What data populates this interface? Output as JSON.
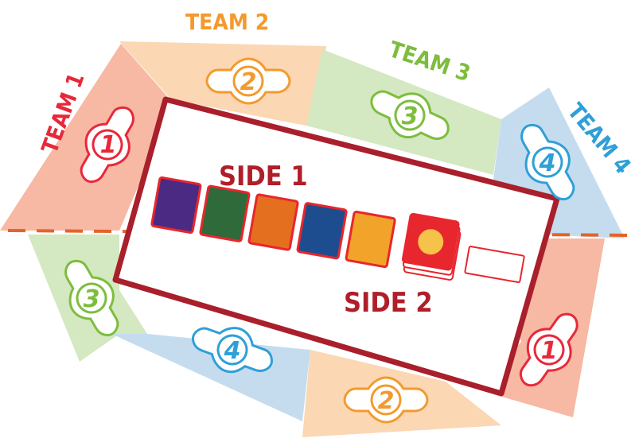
{
  "colors": {
    "team1": "#e8283a",
    "team2": "#f39a2e",
    "team3": "#7dbd3e",
    "team4": "#2f9fd8",
    "team1_zone": "#f7b8a4",
    "team2_zone": "#fbd7b3",
    "team3_zone": "#d4e8c1",
    "team4_zone": "#c5dcef",
    "table_border": "#a91f2b",
    "divider": "#e2642a"
  },
  "labels": {
    "team1": "TEAM 1",
    "team2": "TEAM 2",
    "team3": "TEAM 3",
    "team4": "TEAM 4",
    "side1": "SIDE 1",
    "side2": "SIDE 2"
  },
  "seats": [
    {
      "number": "1",
      "team": "team1",
      "side": "side1"
    },
    {
      "number": "2",
      "team": "team2",
      "side": "side1"
    },
    {
      "number": "3",
      "team": "team3",
      "side": "side1"
    },
    {
      "number": "4",
      "team": "team4",
      "side": "side1"
    },
    {
      "number": "3",
      "team": "team3",
      "side": "side2"
    },
    {
      "number": "4",
      "team": "team4",
      "side": "side2"
    },
    {
      "number": "2",
      "team": "team2",
      "side": "side2"
    },
    {
      "number": "1",
      "team": "team1",
      "side": "side2"
    }
  ],
  "cards": [
    {
      "name": "card-purple",
      "color": "#4b2a83"
    },
    {
      "name": "card-green",
      "color": "#2f6a3a"
    },
    {
      "name": "card-orange",
      "color": "#e46f1f"
    },
    {
      "name": "card-blue",
      "color": "#1e4d8f"
    },
    {
      "name": "card-yellow",
      "color": "#f2a329"
    },
    {
      "name": "card-deck",
      "color": "#e8262d"
    },
    {
      "name": "card-discard",
      "color": "#ffffff"
    }
  ]
}
